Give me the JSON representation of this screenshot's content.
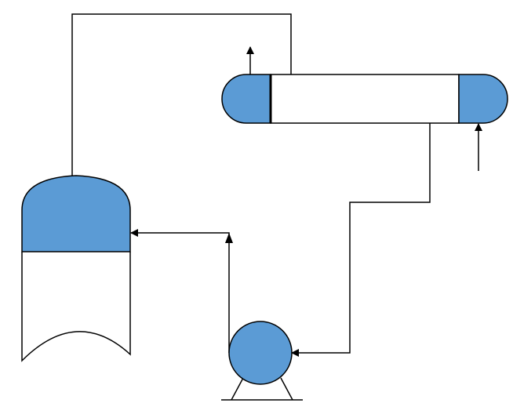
{
  "diagram": {
    "colors": {
      "equipment_fill": "#5b9bd5",
      "stroke": "#000000",
      "background": "#ffffff"
    },
    "components": [
      {
        "id": "reboiler-drum",
        "kind": "vessel",
        "icon": "vessel-icon"
      },
      {
        "id": "heat-exchanger",
        "kind": "shell-and-tube-exchanger",
        "icon": "heat-exchanger-icon"
      },
      {
        "id": "pump",
        "kind": "centrifugal-pump",
        "icon": "pump-icon"
      }
    ],
    "flows": [
      {
        "from": "reboiler-drum",
        "to": "heat-exchanger"
      },
      {
        "from": "heat-exchanger",
        "to": "pump"
      },
      {
        "from": "pump",
        "to": "reboiler-drum"
      },
      {
        "from": "heat-exchanger",
        "to": "outlet"
      },
      {
        "from": "inlet",
        "to": "heat-exchanger"
      }
    ]
  }
}
